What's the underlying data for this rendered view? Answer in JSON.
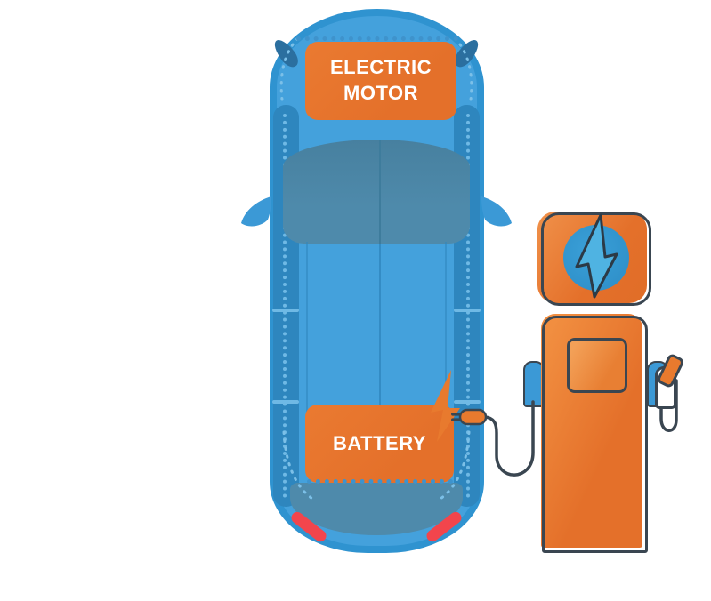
{
  "illustration": {
    "title": "Electric car charging at station (top view)",
    "car": {
      "motor_label": {
        "line1": "ELECTRIC",
        "line2": "MOTOR"
      },
      "battery_label": "BATTERY",
      "body_color": "#44A1DC",
      "trim_color": "#2E86BE",
      "glass_color": "#4E8AAB",
      "label_box_color": "#E4702A",
      "label_text_color": "#FFFFFF",
      "taillight_color": "#F2454C"
    },
    "station": {
      "accent_color": "#E87A2E",
      "outline_color": "#3A4651",
      "holster_color": "#3B99D6",
      "sign_circle_color": "#3295CE",
      "bolt_color": "#4FB3E2",
      "icons": [
        "lightning-bolt-icon",
        "charging-plug-icon",
        "spark-icon"
      ]
    }
  }
}
